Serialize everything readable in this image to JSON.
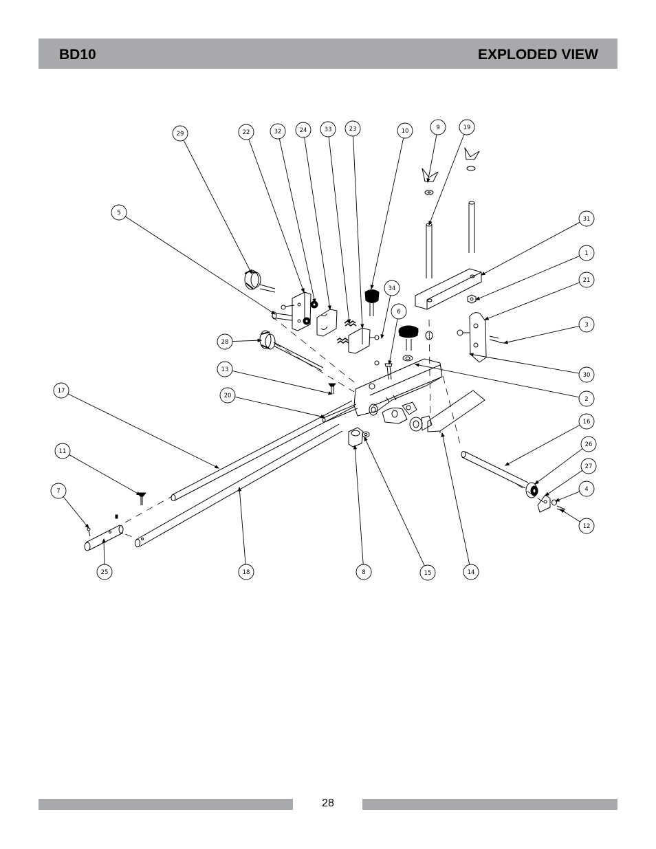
{
  "header": {
    "model": "BD10",
    "title": "EXPLODED VIEW"
  },
  "footer": {
    "page_number": "28"
  },
  "diagram": {
    "callouts": [
      "29",
      "22",
      "32",
      "24",
      "33",
      "23",
      "10",
      "9",
      "19",
      "5",
      "31",
      "1",
      "21",
      "34",
      "6",
      "3",
      "28",
      "30",
      "13",
      "2",
      "20",
      "17",
      "16",
      "26",
      "11",
      "27",
      "4",
      "7",
      "12",
      "25",
      "18",
      "8",
      "15",
      "14"
    ]
  },
  "colors": {
    "header_bar": "#a7a9ac",
    "footer_bar": "#a7a9ac",
    "line": "#000000"
  }
}
